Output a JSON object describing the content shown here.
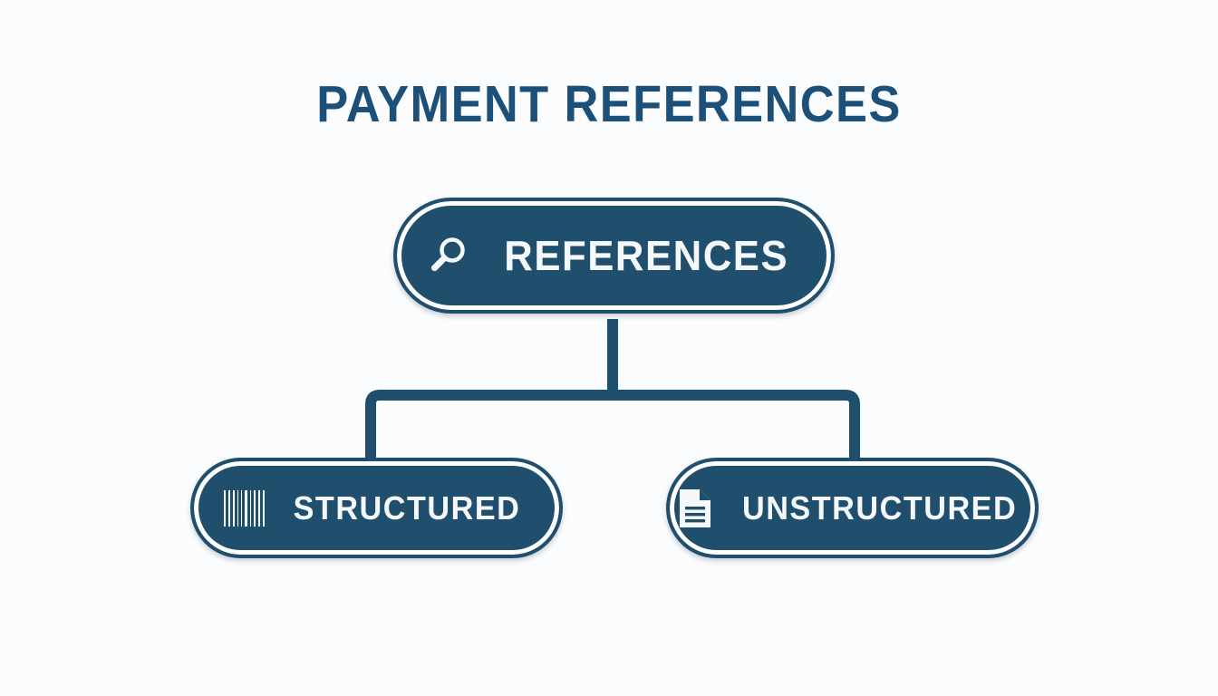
{
  "page": {
    "background_color": "#fbfcfd",
    "accent_color": "#1f4f6d",
    "title_color": "#1d5079",
    "node_text_color": "#f4f8fa"
  },
  "title": {
    "text": "PAYMENT REFERENCES"
  },
  "diagram": {
    "type": "hierarchy-tree",
    "root": {
      "label": "REFERENCES",
      "icon": "magnifier-icon"
    },
    "children": [
      {
        "label": "STRUCTURED",
        "icon": "barcode-icon"
      },
      {
        "label": "UNSTRUCTURED",
        "icon": "document-icon"
      }
    ],
    "connector_color": "#1f4f6d"
  }
}
